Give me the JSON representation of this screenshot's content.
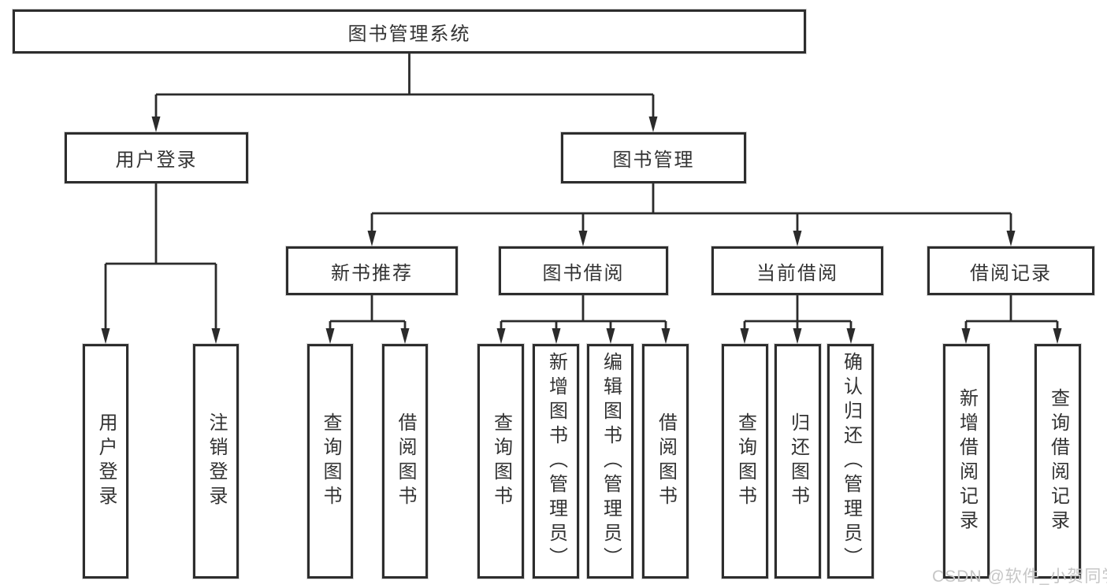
{
  "tree": {
    "label": "图书管理系统",
    "children": [
      {
        "label": "用户登录",
        "children": [
          {
            "label": "用户登录"
          },
          {
            "label": "注销登录"
          }
        ]
      },
      {
        "label": "图书管理",
        "children": [
          {
            "label": "新书推荐",
            "children": [
              {
                "label": "查询图书"
              },
              {
                "label": "借阅图书"
              }
            ]
          },
          {
            "label": "图书借阅",
            "children": [
              {
                "label": "查询图书"
              },
              {
                "label": "新增图书（管理员）"
              },
              {
                "label": "编辑图书（管理员）"
              },
              {
                "label": "借阅图书"
              }
            ]
          },
          {
            "label": "当前借阅",
            "children": [
              {
                "label": "查询图书"
              },
              {
                "label": "归还图书"
              },
              {
                "label": "确认归还（管理员）"
              }
            ]
          },
          {
            "label": "借阅记录",
            "children": [
              {
                "label": "新增借阅记录"
              },
              {
                "label": "查询借阅记录"
              }
            ]
          }
        ]
      }
    ]
  },
  "watermark": {
    "text": "CSDN @软件_小贺同学"
  },
  "colors": {
    "line": "#2b2b2b",
    "box_border": "#2d2d2d",
    "box_fill": "#ffffff",
    "text": "#333333",
    "watermark": "#c6c6c6",
    "background": "#ffffff"
  }
}
